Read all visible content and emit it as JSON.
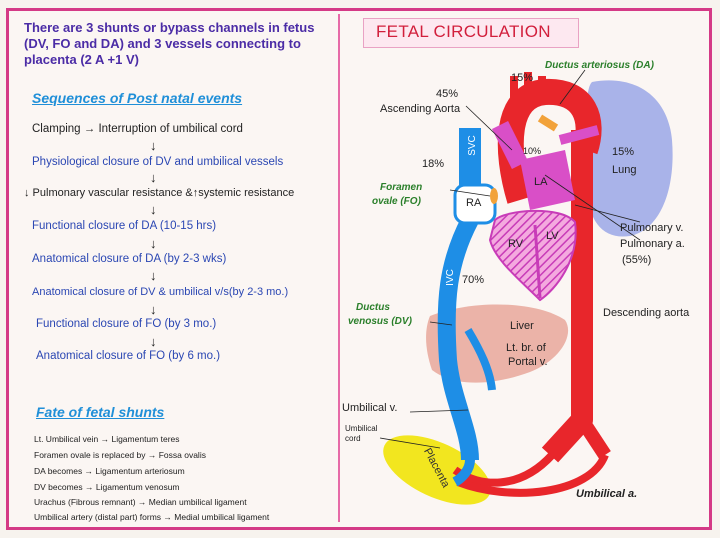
{
  "intro": "There are 3 shunts or bypass channels in fetus (DV, FO and DA) and 3 vessels connecting to placenta (2 A +1 V)",
  "sequence_heading": "Sequences of Post natal events",
  "sequence": [
    "Clamping → Interruption of umbilical cord",
    "Physiological closure of DV and umbilical vessels",
    "↓ Pulmonary vascular resistance &↑systemic resistance",
    "Functional closure of DA (10-15 hrs)",
    "Anatomical closure of DA (by 2-3 wks)",
    "Anatomical closure of DV & umbilical v/s(by 2-3 mo.)",
    "Functional closure of FO (by 3 mo.)",
    "Anatomical closure of FO (by 6 mo.)"
  ],
  "fate_heading": "Fate of fetal shunts",
  "fate": [
    "Lt. Umbilical vein → Ligamentum teres",
    "Foramen ovale is replaced by → Fossa ovalis",
    "DA becomes → Ligamentum arteriosum",
    "DV becomes → Ligamentum venosum",
    "Urachus (Fibrous remnant) → Median umbilical ligament",
    "Umbilical artery (distal part) forms → Medial umbilical ligament"
  ],
  "diagram": {
    "title": "FETAL CIRCULATION",
    "pct_top": "15%",
    "da": "Ductus arteriosus (DA)",
    "asc_pct": "45%",
    "asc": "Ascending Aorta",
    "svc": "SVC",
    "pct_18": "18%",
    "pct_10": "10%",
    "lung_pct": "15%",
    "lung": "Lung",
    "fo_1": "Foramen",
    "fo_2": "ovale (FO)",
    "ra": "RA",
    "la": "LA",
    "rv": "RV",
    "lv": "LV",
    "pv": "Pulmonary v.",
    "pa": "Pulmonary a.",
    "pa_pct": "(55%)",
    "ivc": "IVC",
    "pct_70": "70%",
    "dv_1": "Ductus",
    "dv_2": "venosus (DV)",
    "liver": "Liver",
    "desc": "Descending aorta",
    "portal_1": "Lt. br. of",
    "portal_2": "Portal v.",
    "umb_v": "Umbilical v.",
    "cord_1": "Umbilical",
    "cord_2": "cord",
    "placenta": "Placenta",
    "umb_a": "Umbilical a."
  },
  "colors": {
    "border": "#d43a86",
    "artery": "#e8262b",
    "vein": "#1e8ee6",
    "mixed": "#d94fc7",
    "lung": "#9aa7e6",
    "placenta": "#f2e61f",
    "liver": "#e8a79a"
  }
}
